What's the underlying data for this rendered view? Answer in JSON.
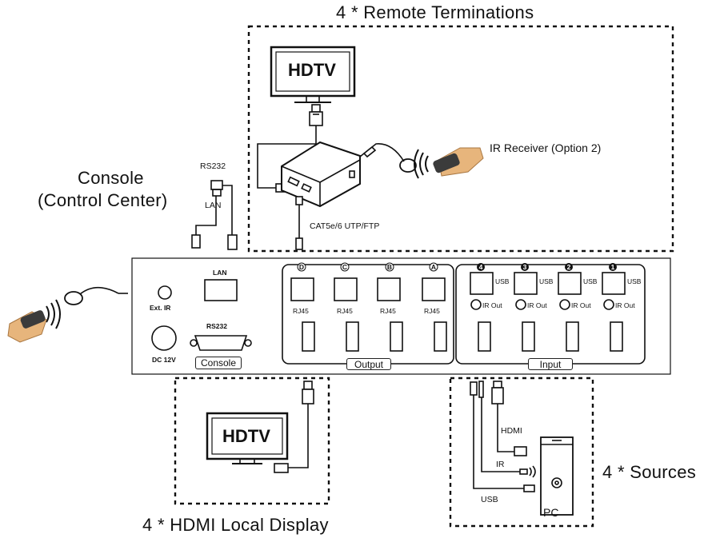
{
  "titles": {
    "remote": "4 * Remote Terminations",
    "console": "Console",
    "console_sub": "(Control Center)",
    "local": "4 * HDMI Local Display",
    "sources": "4 * Sources"
  },
  "remote": {
    "hdtv": "HDTV",
    "ir_receiver": "IR Receiver (Option 2)",
    "cable": "CAT5e/6 UTP/FTP"
  },
  "console_conn": {
    "rs232": "RS232",
    "lan": "LAN"
  },
  "panel": {
    "lan": "LAN",
    "ext_ir": "Ext. IR",
    "rs232": "RS232",
    "dc": "DC 12V",
    "console_tag": "Console",
    "output_tag": "Output",
    "input_tag": "Input",
    "outputs": [
      {
        "badge": "D",
        "port": "RJ45"
      },
      {
        "badge": "C",
        "port": "RJ45"
      },
      {
        "badge": "B",
        "port": "RJ45"
      },
      {
        "badge": "A",
        "port": "RJ45"
      }
    ],
    "inputs": [
      {
        "badge": "4",
        "usb": "USB",
        "ir": "IR Out"
      },
      {
        "badge": "3",
        "usb": "USB",
        "ir": "IR Out"
      },
      {
        "badge": "2",
        "usb": "USB",
        "ir": "IR Out"
      },
      {
        "badge": "1",
        "usb": "USB",
        "ir": "IR Out"
      }
    ]
  },
  "local": {
    "hdtv": "HDTV"
  },
  "sources": {
    "hdmi": "HDMI",
    "ir": "IR",
    "usb": "USB",
    "pc": "PC"
  }
}
